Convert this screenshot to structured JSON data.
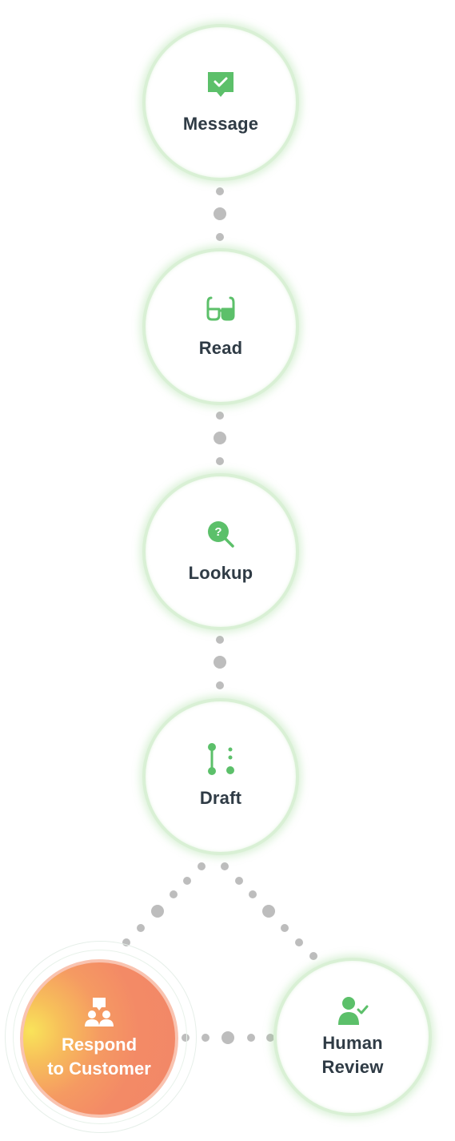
{
  "nodes": {
    "message": {
      "label": "Message",
      "icon": "message-check-icon"
    },
    "read": {
      "label": "Read",
      "icon": "glasses-icon"
    },
    "lookup": {
      "label": "Lookup",
      "icon": "search-question-icon"
    },
    "draft": {
      "label": "Draft",
      "icon": "branch-icon"
    },
    "respond": {
      "label_line1": "Respond",
      "label_line2": "to Customer",
      "icon": "customer-support-icon"
    },
    "review": {
      "label_line1": "Human",
      "label_line2": "Review",
      "icon": "user-check-icon"
    }
  },
  "colors": {
    "accent_green": "#5cc06a",
    "node_border": "#d9f0d5",
    "connector_dot": "#bdbdbd",
    "text": "#2f3b45",
    "highlight_start": "#f9e35a",
    "highlight_end": "#f28768"
  }
}
